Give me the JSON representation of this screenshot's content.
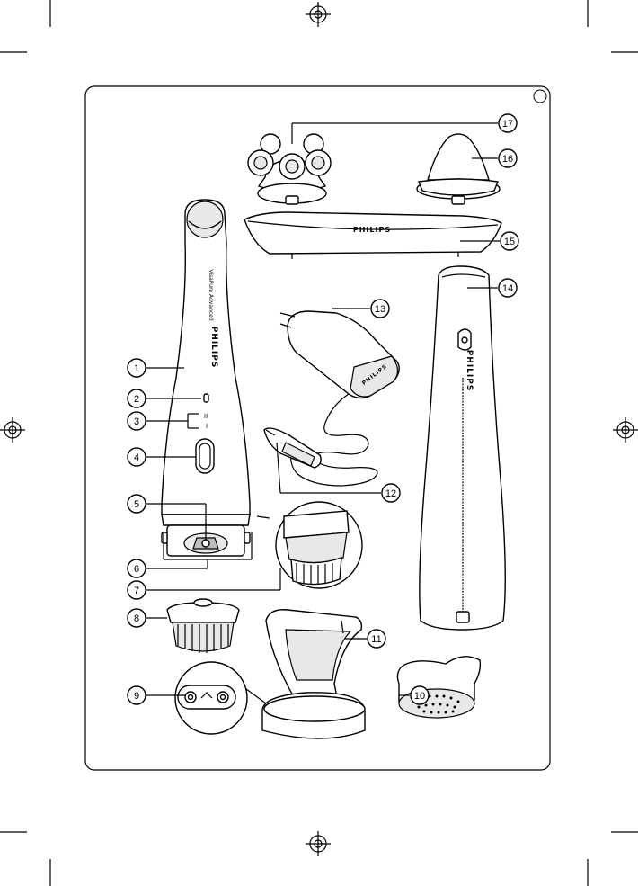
{
  "panel": {
    "tag": ""
  },
  "brand": {
    "logo_text": "PHILIPS",
    "device_model": "VisaPure Advanced",
    "speed_high": "II",
    "speed_low": "I"
  },
  "callouts": [
    "1",
    "2",
    "3",
    "4",
    "5",
    "6",
    "7",
    "8",
    "9",
    "10",
    "11",
    "12",
    "13",
    "14",
    "15",
    "16",
    "17"
  ],
  "colors": {
    "line": "#000000",
    "background": "#ffffff",
    "shade": "#e8e8e8"
  }
}
